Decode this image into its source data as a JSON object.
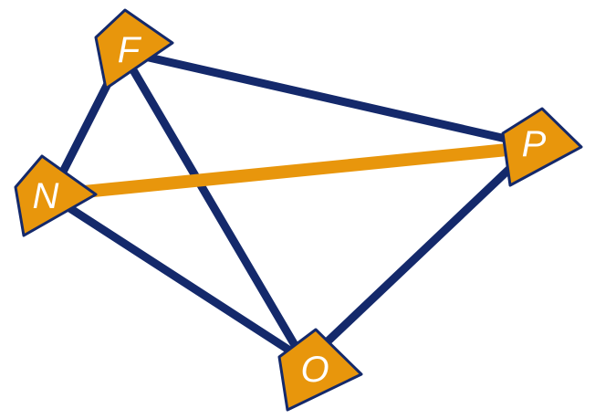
{
  "colors": {
    "node_fill": "#e8960c",
    "node_outline": "#14296b",
    "edge": "#14296b",
    "highlight_edge": "#e8960c",
    "label": "#ffffff",
    "background": "#ffffff"
  },
  "nodes": [
    {
      "id": "F",
      "label": "F"
    },
    {
      "id": "N",
      "label": "N"
    },
    {
      "id": "P",
      "label": "P"
    },
    {
      "id": "O",
      "label": "O"
    }
  ],
  "edges": [
    {
      "from": "F",
      "to": "N",
      "style": "normal"
    },
    {
      "from": "F",
      "to": "P",
      "style": "normal"
    },
    {
      "from": "F",
      "to": "O",
      "style": "normal"
    },
    {
      "from": "N",
      "to": "O",
      "style": "normal"
    },
    {
      "from": "P",
      "to": "O",
      "style": "normal"
    },
    {
      "from": "N",
      "to": "P",
      "style": "highlight"
    }
  ]
}
